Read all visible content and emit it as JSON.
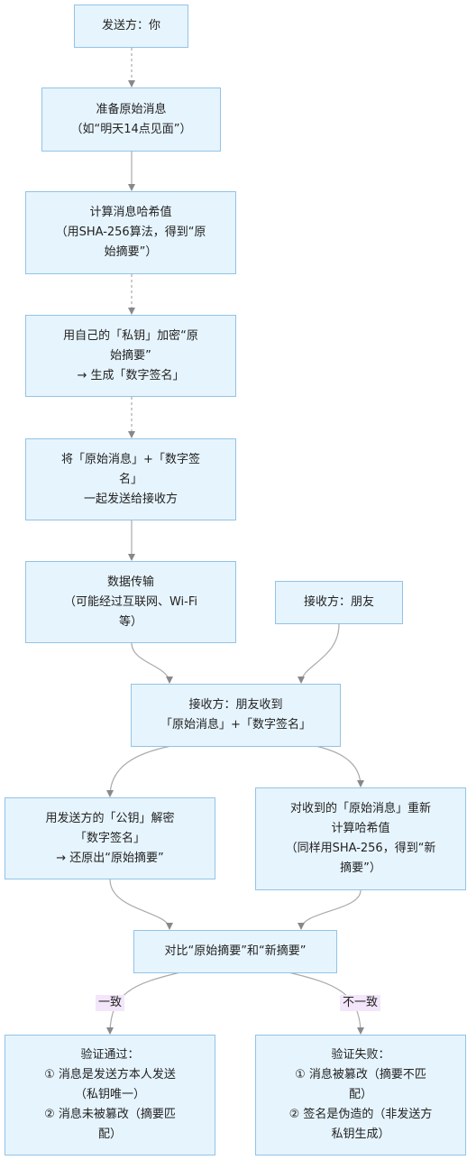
{
  "nodes": {
    "sender": "发送方：你",
    "prepare": "准备原始消息\n（如“明天14点见面”）",
    "hash": "计算消息哈希值\n（用SHA-256算法，得到“原\n始摘要”）",
    "encrypt": "用自己的「私钥」加密“原\n始摘要”\n→ 生成「数字签名」",
    "send": "将「原始消息」+「数字签\n名」\n一起发送给接收方",
    "transmit": "数据传输\n（可能经过互联网、Wi-Fi\n等）",
    "receiver": "接收方：朋友",
    "received": "接收方：朋友收到\n「原始消息」+「数字签名」",
    "decrypt": "用发送方的「公钥」解密\n「数字签名」\n→ 还原出“原始摘要”",
    "rehash": "对收到的「原始消息」重新\n计算哈希值\n（同样用SHA-256，得到“新\n摘要”）",
    "compare": "对比“原始摘要”和“新摘要”",
    "success": "验证通过：\n① 消息是发送方本人发送\n（私钥唯一）\n② 消息未被篡改（摘要匹\n配）",
    "fail": "验证失败：\n① 消息被篡改（摘要不匹\n配）\n② 签名是伪造的（非发送方\n私钥生成）"
  },
  "edge_labels": {
    "match": "一致",
    "mismatch": "不一致"
  },
  "colors": {
    "node_fill": "#e6f4fd",
    "node_border": "#93c3e6",
    "edge": "#aaaaaa",
    "label_bg": "#f3e6fa"
  }
}
